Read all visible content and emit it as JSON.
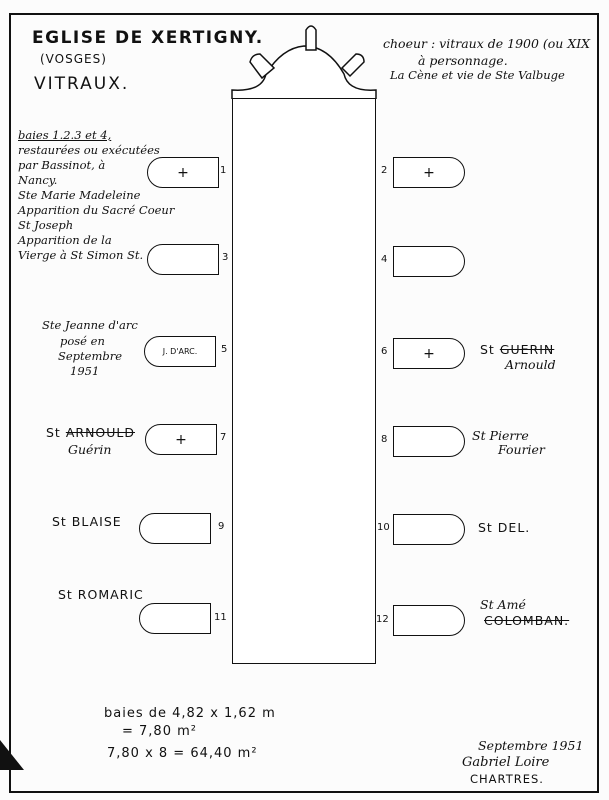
{
  "header": {
    "title_line1": "EGLISE DE XERTIGNY.",
    "title_line2": "(VOSGES)",
    "title_line3": "VITRAUX."
  },
  "choir_note": {
    "line1": "choeur : vitraux de 1900 (ou XIX",
    "line2": "à personnage.",
    "line3": "La Cène et vie de Ste Valbuge"
  },
  "restoration_note": {
    "lines": [
      "baies 1.2.3 et 4,",
      "restaurées ou exécutées",
      "par Bassinot, à",
      "Nancy.",
      "Ste Marie Madeleine",
      "Apparition du Sacré Coeur",
      "St Joseph",
      "Apparition de la",
      "Vierge à St Simon St."
    ]
  },
  "windows": [
    {
      "num": "1",
      "symbol": "+"
    },
    {
      "num": "2",
      "symbol": "+"
    },
    {
      "num": "3",
      "symbol": ""
    },
    {
      "num": "4",
      "symbol": ""
    },
    {
      "num": "5",
      "symbol": "J. D'ARC."
    },
    {
      "num": "6",
      "symbol": "+"
    },
    {
      "num": "7",
      "symbol": "+"
    },
    {
      "num": "8",
      "symbol": ""
    },
    {
      "num": "9",
      "symbol": ""
    },
    {
      "num": "10",
      "symbol": ""
    },
    {
      "num": "11",
      "symbol": ""
    },
    {
      "num": "12",
      "symbol": ""
    }
  ],
  "saints": {
    "w5_line1": "Ste Jeanne d'arc",
    "w5_line2": "posé en",
    "w5_line3": "Septembre",
    "w5_line4": "1951",
    "w6_line1_prefix": "St",
    "w6_line1_struck": "GUERIN",
    "w6_line2": "Arnould",
    "w7_line1_prefix": "St",
    "w7_line1_struck": "ARNOULD",
    "w7_line2": "Guérin",
    "w8_line1": "St Pierre",
    "w8_line2": "Fourier",
    "w9": "St BLAISE",
    "w10": "St DEL.",
    "w11": "St ROMARIC",
    "w12_line1": "St Amé",
    "w12_line2_struck": "COLOMBAN."
  },
  "footer": {
    "bays_line1": "baies de 4,82 x 1,62 m",
    "bays_line2": "= 7,80 m²",
    "bays_line3": "7,80 x 8 = 64,40 m²",
    "sig_date": "Septembre 1951",
    "sig_name": "Gabriel Loire",
    "sig_city": "CHARTRES."
  }
}
